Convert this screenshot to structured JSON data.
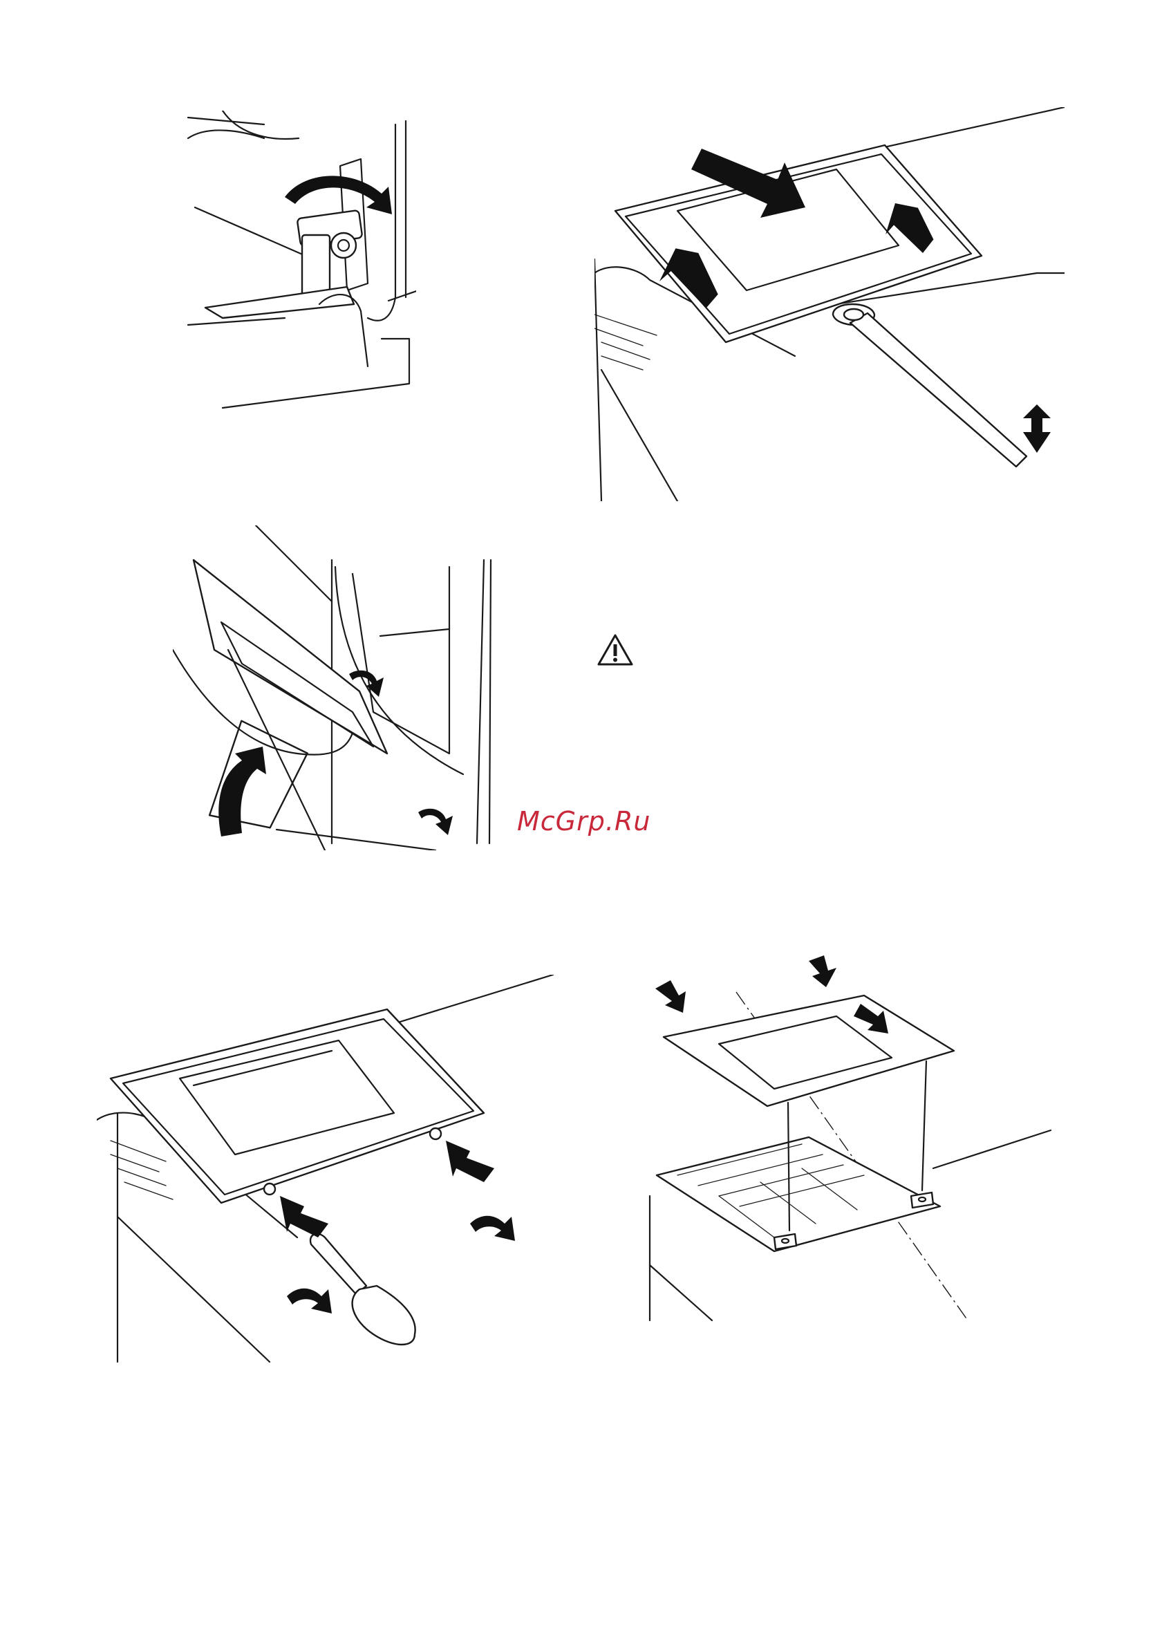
{
  "watermark": {
    "text": "McGrp.Ru",
    "color": "#c8283a"
  },
  "illustrations": [
    {
      "id": "door-hinge-lever",
      "icon": "hinge-lever-rotate"
    },
    {
      "id": "door-lift-off",
      "icon": "door-lift-arrows"
    },
    {
      "id": "door-remove-hands",
      "icon": "door-removal-hands"
    },
    {
      "id": "warning",
      "icon": "warning-triangle-icon"
    },
    {
      "id": "screws-removal",
      "icon": "screwdriver-screws"
    },
    {
      "id": "glass-panel-assembly",
      "icon": "glass-panel-insert"
    }
  ]
}
